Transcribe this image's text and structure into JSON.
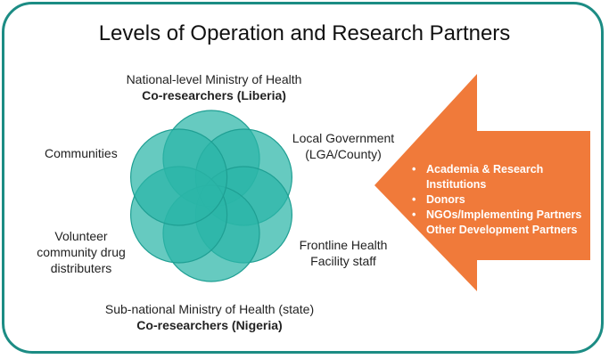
{
  "title": "Levels of Operation and Research Partners",
  "labels": {
    "national_line1": "National-level Ministry of Health",
    "national_line2": "Co-researchers (Liberia)",
    "local_line1": "Local Government",
    "local_line2": "(LGA/County)",
    "communities": "Communities",
    "frontline_line1": "Frontline Health",
    "frontline_line2": "Facility staff",
    "volunteer_line1": "Volunteer",
    "volunteer_line2": "community drug",
    "volunteer_line3": "distributers",
    "subnational_line1": "Sub-national Ministry of Health (state)",
    "subnational_line2": "Co-researchers (Nigeria)"
  },
  "partners": [
    "Academia & Research",
    "Institutions",
    "Donors",
    "NGOs/Implementing Partners",
    "Other Development Partners"
  ],
  "colors": {
    "border": "#1c8c84",
    "circle_fill": "#2bb5a8",
    "circle_stroke": "#1f9f93",
    "arrow_fill": "#f07a3a",
    "arrow_text": "#ffffff"
  }
}
